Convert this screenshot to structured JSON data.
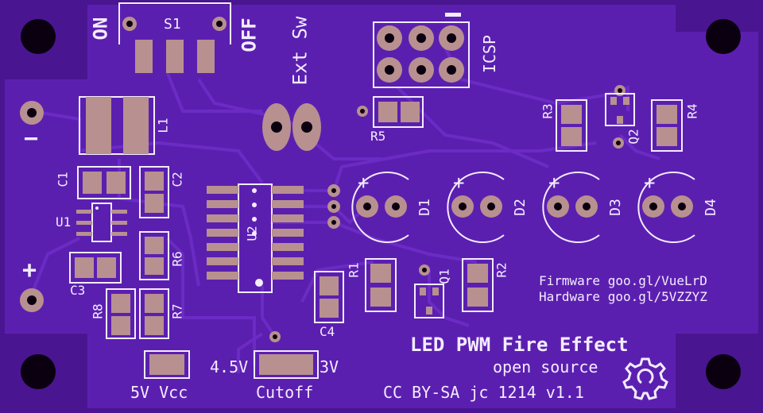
{
  "board": {
    "colors": {
      "substrate": "#4a1590",
      "copper": "#5b1fb0",
      "trace": "#6b2bc4",
      "silk": "#f4ecff",
      "pad": "#b89090",
      "drill": "#0a0010"
    },
    "switch": {
      "ref": "S1",
      "on": "ON",
      "off": "OFF"
    },
    "ext_switch": "Ext Sw",
    "icsp": "ICSP",
    "icsp_minus": "−",
    "power": {
      "minus": "−",
      "plus": "+"
    },
    "refs": {
      "L1": "L1",
      "C1": "C1",
      "C2": "C2",
      "C3": "C3",
      "C4": "C4",
      "U1": "U1",
      "U2": "U2",
      "R1": "R1",
      "R2": "R2",
      "R3": "R3",
      "R4": "R4",
      "R5": "R5",
      "R6": "R6",
      "R7": "R7",
      "R8": "R8",
      "Q1": "Q1",
      "Q2": "Q2",
      "D1": "D1",
      "D2": "D2",
      "D3": "D3",
      "D4": "D4"
    },
    "led_plus": "+",
    "firmware": "Firmware goo.gl/VueLrD",
    "hardware": "Hardware goo.gl/5VZZYZ",
    "title": "LED PWM Fire Effect",
    "open_source": "open source",
    "license": "CC BY-SA jc 1214 v1.1",
    "jumper_vcc": "5V Vcc",
    "cutoff": "Cutoff",
    "cutoff_left": "4.5V",
    "cutoff_right": "3V",
    "oshw_icon": "open-source-hardware-gear-icon"
  }
}
